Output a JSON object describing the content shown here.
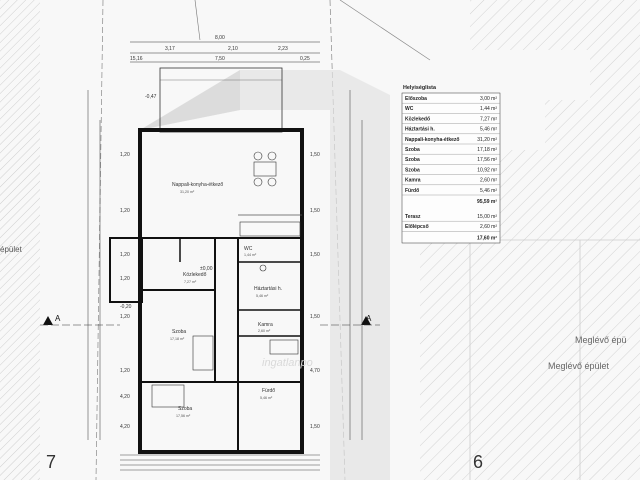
{
  "plot_labels": {
    "plot_left": "7",
    "plot_right": "6",
    "left_edge_word": "épület",
    "existing_building_1": "Meglévő épü",
    "existing_building_2": "Meglévő épület",
    "section_marker": "A"
  },
  "rooms": [
    {
      "name": "Nappali-konyha-étkező",
      "sub": "31,20 m²"
    },
    {
      "name": "WC",
      "sub": "1,44 m²"
    },
    {
      "name": "Közlekedő",
      "sub": "7,27 m²"
    },
    {
      "name": "Háztartási h.",
      "sub": "5,46 m²"
    },
    {
      "name": "Szoba",
      "sub": "17,18 m²"
    },
    {
      "name": "Szoba",
      "sub": "17,56 m²"
    },
    {
      "name": "Kamra",
      "sub": "2,60 m²"
    },
    {
      "name": "Fürdő",
      "sub": "5,46 m²"
    }
  ],
  "dims_top": [
    "8,00",
    "3,17",
    "2,10",
    "2,23",
    "15,16",
    "7,50",
    "0,25"
  ],
  "dims_left": [
    "1,20",
    "1,20",
    "1,20",
    "1,20",
    "1,20",
    "1,20",
    "4,20",
    "4,20"
  ],
  "dims_right": [
    "1,50",
    "1,50",
    "1,50",
    "1,50",
    "4,70",
    "1,50"
  ],
  "misc_labels": [
    "-0,47",
    "±0,00",
    "-0,20"
  ],
  "watermark": "ingatlanpo",
  "area_table": {
    "title": "Helyiséglista",
    "rows": [
      {
        "name": "Előszoba",
        "value": "3,00 m²"
      },
      {
        "name": "WC",
        "value": "1,44 m²"
      },
      {
        "name": "Közlekedő",
        "value": "7,27 m²"
      },
      {
        "name": "Háztartási h.",
        "value": "5,46 m²"
      },
      {
        "name": "Nappali-konyha-étkező",
        "value": "31,20 m²"
      },
      {
        "name": "Szoba",
        "value": "17,18 m²"
      },
      {
        "name": "Szoba",
        "value": "17,56 m²"
      },
      {
        "name": "Szoba",
        "value": "10,92 m²"
      },
      {
        "name": "Kamra",
        "value": "2,60 m²"
      },
      {
        "name": "Fürdő",
        "value": "5,46 m²"
      }
    ],
    "total": "95,59 m²",
    "extra_rows": [
      {
        "name": "Terasz",
        "value": "15,00 m²"
      },
      {
        "name": "Előlépcső",
        "value": "2,60 m²"
      }
    ],
    "extra_total": "17,60 m²"
  },
  "colors": {
    "line": "#1a1a1a",
    "hatch": "#c8c8c8",
    "roof_shade": "#d8d8d8"
  }
}
